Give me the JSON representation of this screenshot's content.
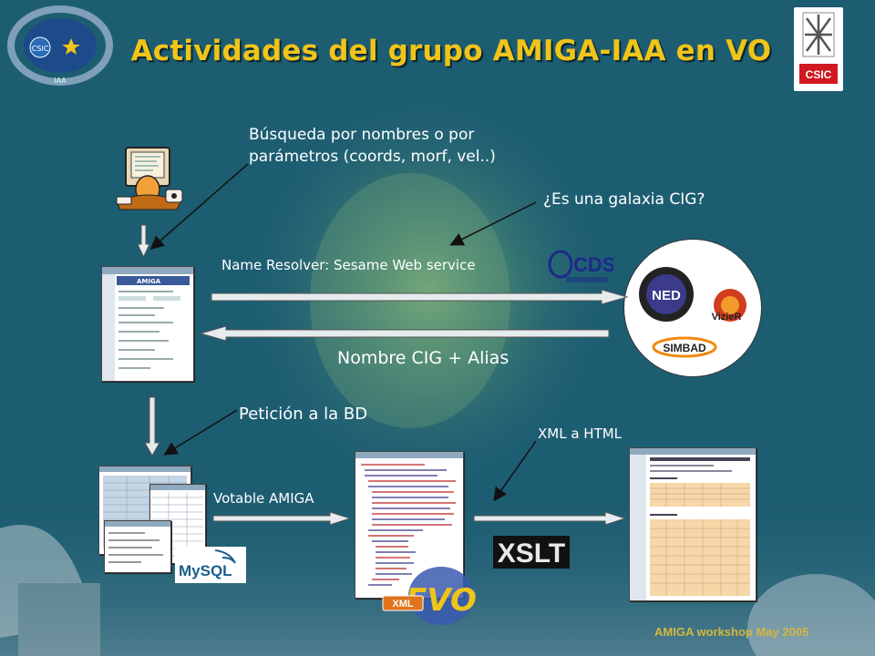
{
  "title": "Actividades del grupo AMIGA-IAA en VO",
  "labels": {
    "search_line1": "Búsqueda por nombres o por",
    "search_line2": "parámetros (coords, morf, vel..)",
    "cig_question": "¿Es una galaxia CIG?",
    "name_resolver": "Name Resolver: Sesame Web service",
    "cig_alias": "Nombre CIG + Alias",
    "db_request": "Petición a la BD",
    "xml_html": "XML a HTML",
    "votable": "Votable AMIGA"
  },
  "logos": {
    "cds": "CDS",
    "ned": "NED",
    "vizier": "VizieR",
    "simbad": "SIMBAD",
    "xslt": "XSLT",
    "mysql": "MySQL",
    "xml": "XML",
    "evo": "EVO",
    "csic": "CSIC",
    "iaa": "IAA"
  },
  "screens": {
    "amiga_form_header": "AMIGA"
  },
  "footer": "AMIGA workshop May 2005",
  "colors": {
    "title": "#f0c419",
    "background": "#1d5d72",
    "footer": "#d6b63c"
  }
}
